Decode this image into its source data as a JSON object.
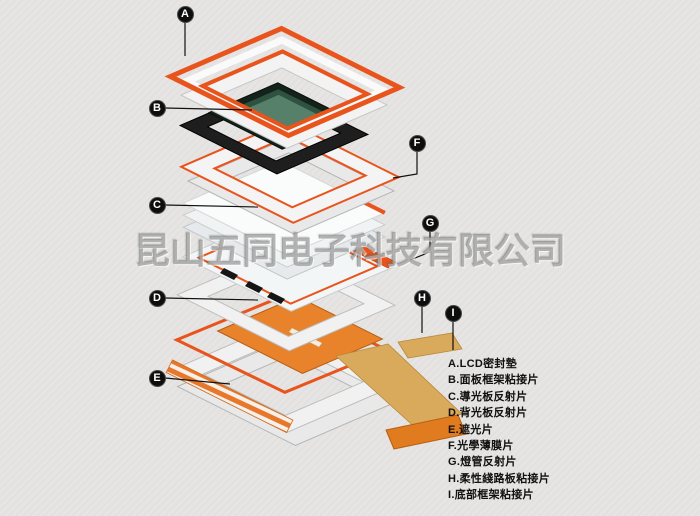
{
  "watermark": "昆山五同电子科技有限公司",
  "markers": {
    "a": "A",
    "b": "B",
    "c": "C",
    "d": "D",
    "e": "E",
    "f": "F",
    "g": "G",
    "h": "H",
    "i": "I"
  },
  "legend": {
    "items": [
      "A.LCD密封墊",
      "B.面板框架粘接片",
      "C.導光板反射片",
      "D.背光板反射片",
      "E.遮光片",
      "F.光學薄膜片",
      "G.燈管反射片",
      "H.柔性綫路板粘接片",
      "I.底部框架粘接片"
    ]
  },
  "colors": {
    "accent_orange": "#e8541c",
    "flex_orange": "#e8832b",
    "flex_deep_orange": "#e07b20",
    "flex_tan": "#d9a95c",
    "lcd_dark": "#13221a",
    "lcd_green": "#2f5240",
    "line_black": "#111111",
    "background": "#e6e5e3"
  }
}
